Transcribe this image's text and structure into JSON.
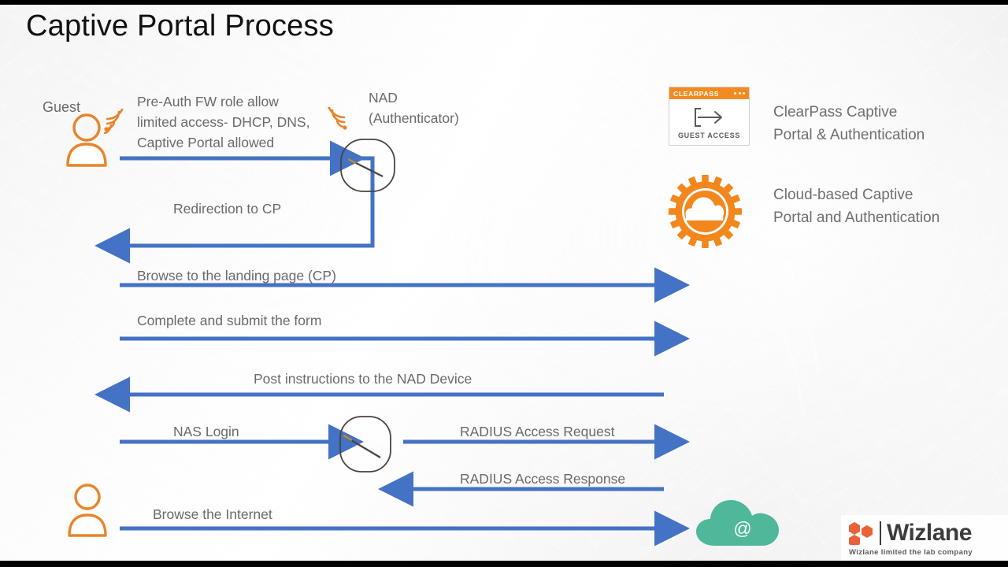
{
  "slide": {
    "title": "Captive Portal Process",
    "accent_orange": "#E8842A",
    "accent_blue": "#4472C4",
    "text_gray": "#6A6A6A",
    "cloud_teal": "#4FB79A",
    "clearpass_orange": "#F38B20"
  },
  "actors": {
    "guest_label": "Guest",
    "nad_label": "NAD\n(Authenticator)",
    "guest_icon": "person-icon",
    "guest_wifi_icon": "wifi-signal-icon",
    "nad_icon": "access-point-icon",
    "nad_wifi_icon": "wifi-signal-icon",
    "bottom_guest_icon": "person-icon",
    "mid_nad_icon": "access-point-icon",
    "internet_icon": "cloud-icon",
    "internet_glyph": "@"
  },
  "notes": {
    "pre_auth": "Pre-Auth FW role allow\nlimited access- DHCP, DNS,\nCaptive Portal allowed"
  },
  "flows": [
    {
      "label": "Redirection to CP",
      "direction": "left",
      "kind": "elbow"
    },
    {
      "label": "Browse to the landing page (CP)",
      "direction": "right",
      "kind": "straight"
    },
    {
      "label": "Complete and submit the form",
      "direction": "right",
      "kind": "straight"
    },
    {
      "label": "Post instructions to the NAD Device",
      "direction": "left",
      "kind": "straight"
    },
    {
      "label": "NAS Login",
      "direction": "right",
      "kind": "straight"
    },
    {
      "label": "RADIUS Access Request",
      "direction": "right",
      "kind": "straight"
    },
    {
      "label": "RADIUS Access Response",
      "direction": "left",
      "kind": "straight"
    },
    {
      "label": "Browse the Internet",
      "direction": "right",
      "kind": "straight"
    }
  ],
  "legend": [
    {
      "icon": "clearpass-guest-access-logo",
      "badge_title": "CLEARPASS",
      "badge_footer": "GUEST ACCESS",
      "text": "ClearPass Captive\nPortal & Authentication"
    },
    {
      "icon": "cloud-gear-icon",
      "text": "Cloud-based Captive\nPortal and Authentication"
    }
  ],
  "branding": {
    "name": "Wizlane",
    "tagline": "Wizlane limited the lab company",
    "mark_icon": "hexagon-cluster-icon"
  }
}
